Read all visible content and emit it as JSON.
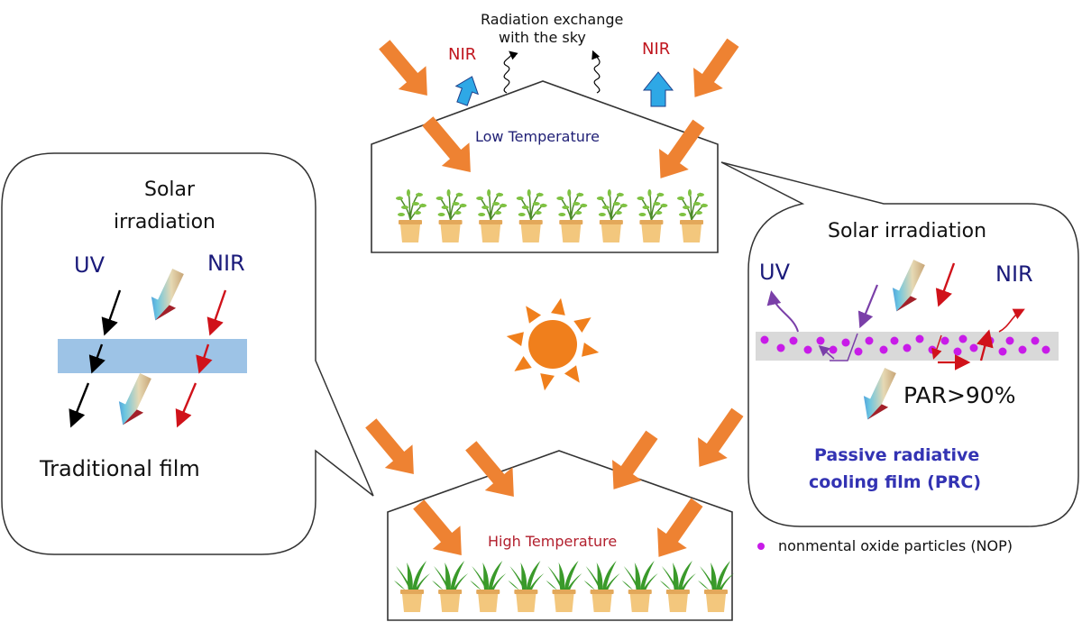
{
  "top_greenhouse": {
    "sky_label_line1": "Radiation exchange",
    "sky_label_line2": "with the sky",
    "nir_left": "NIR",
    "nir_right": "NIR",
    "temperature_label": "Low Temperature",
    "plant_count": 8
  },
  "bottom_greenhouse": {
    "temperature_label": "High Temperature",
    "plant_count": 9
  },
  "left_callout": {
    "title_line1": "Solar",
    "title_line2": "irradiation",
    "uv_label": "UV",
    "nir_label": "NIR",
    "caption": "Traditional film"
  },
  "right_callout": {
    "title": "Solar irradiation",
    "uv_label": "UV",
    "nir_label": "NIR",
    "par_label": "PAR>90%",
    "caption_line1": "Passive radiative",
    "caption_line2": "cooling film (PRC)"
  },
  "legend": {
    "particle_label": "nonmental oxide particles (NOP)"
  },
  "colors": {
    "sun_orange": "#f07f1c",
    "solar_arrow": "#ee8232",
    "nir_up_arrow": "#2ea8e6",
    "nir_text": "#c0161e",
    "uv_text": "#1a1a7a",
    "traditional_film": "#9dc3e6",
    "prc_film": "#d9d9d9",
    "particle": "#c81be8",
    "prc_caption": "#3333b3",
    "low_temp_text": "#1f1f75",
    "high_temp_text": "#b21f2d"
  }
}
